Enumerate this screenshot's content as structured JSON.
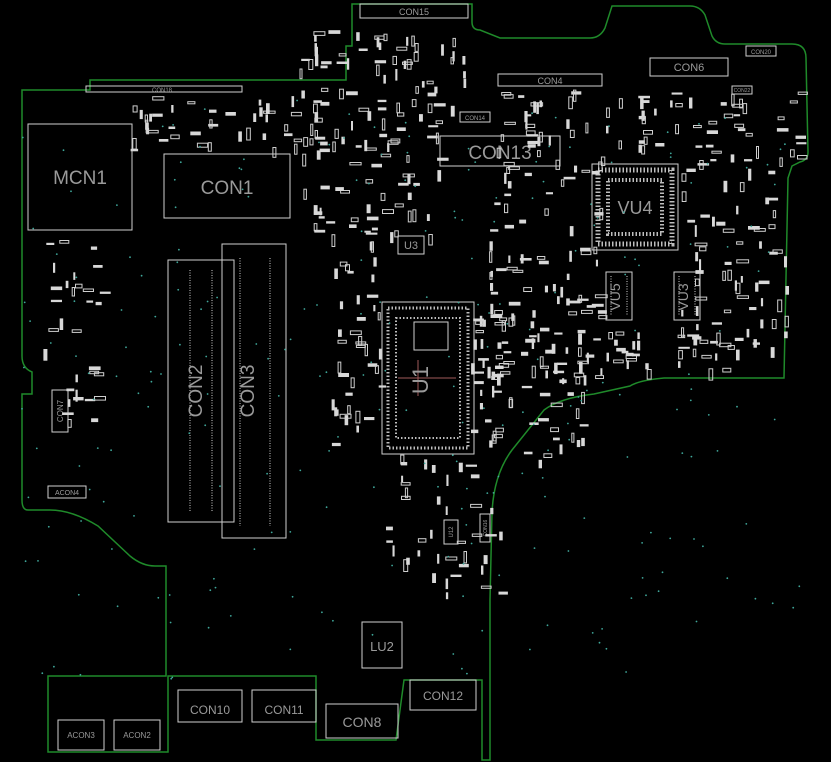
{
  "board": {
    "outline_color": "#1f8a2a",
    "silkscreen_color": "#d0d0d0",
    "label_color": "#9a9a9a",
    "via_color": "#3fa79a",
    "background": "#000000"
  },
  "labels": {
    "con15": "CON15",
    "con18": "CON18",
    "con4": "CON4",
    "con6": "CON6",
    "con20": "CON20",
    "con22": "CON22",
    "con14": "CON14",
    "con13": "CON13",
    "mcn1": "MCN1",
    "con1": "CON1",
    "u3": "U3",
    "vu4": "VU4",
    "vu5": "VU5",
    "vu3": "VU3",
    "con2": "CON2",
    "con3": "CON3",
    "u1": "U1",
    "con7": "CON7",
    "acon4": "ACON4",
    "u12": "U12",
    "con16": "CON16",
    "lu2": "LU2",
    "con10": "CON10",
    "con11": "CON11",
    "con8": "CON8",
    "con12": "CON12",
    "acon3": "ACON3",
    "acon2": "ACON2"
  }
}
